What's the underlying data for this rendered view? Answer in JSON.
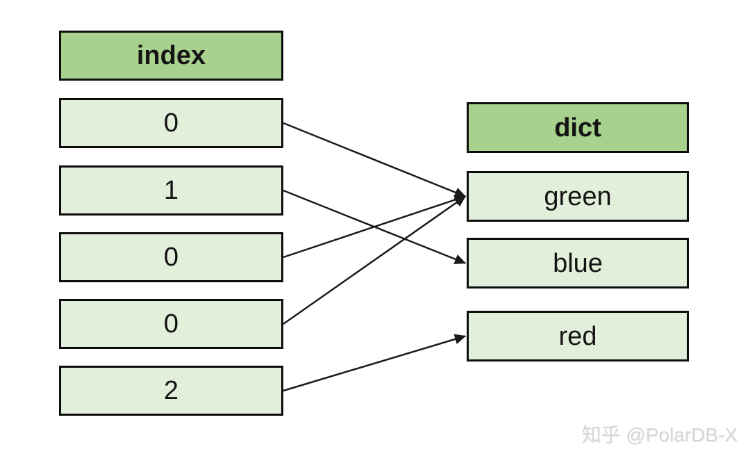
{
  "diagram": {
    "index_column": {
      "header": "index",
      "cells": [
        {
          "id": "idx-0",
          "label": "0"
        },
        {
          "id": "idx-1",
          "label": "1"
        },
        {
          "id": "idx-2",
          "label": "0"
        },
        {
          "id": "idx-3",
          "label": "0"
        },
        {
          "id": "idx-4",
          "label": "2"
        }
      ]
    },
    "dict_column": {
      "header": "dict",
      "cells": [
        {
          "id": "dict-green",
          "label": "green"
        },
        {
          "id": "dict-blue",
          "label": "blue"
        },
        {
          "id": "dict-red",
          "label": "red"
        }
      ]
    },
    "links": [
      {
        "from": "idx-0",
        "to": "dict-green"
      },
      {
        "from": "idx-1",
        "to": "dict-blue"
      },
      {
        "from": "idx-2",
        "to": "dict-green"
      },
      {
        "from": "idx-3",
        "to": "dict-green"
      },
      {
        "from": "idx-4",
        "to": "dict-red"
      }
    ]
  },
  "watermark": "知乎 @PolarDB-X",
  "colors": {
    "header_fill": "#a9d18e",
    "cell_fill": "#e2efda",
    "border": "#0d0d0d",
    "arrow": "#1a1a1a",
    "background": "#ffffff",
    "watermark_color": "#d6d6d6"
  }
}
